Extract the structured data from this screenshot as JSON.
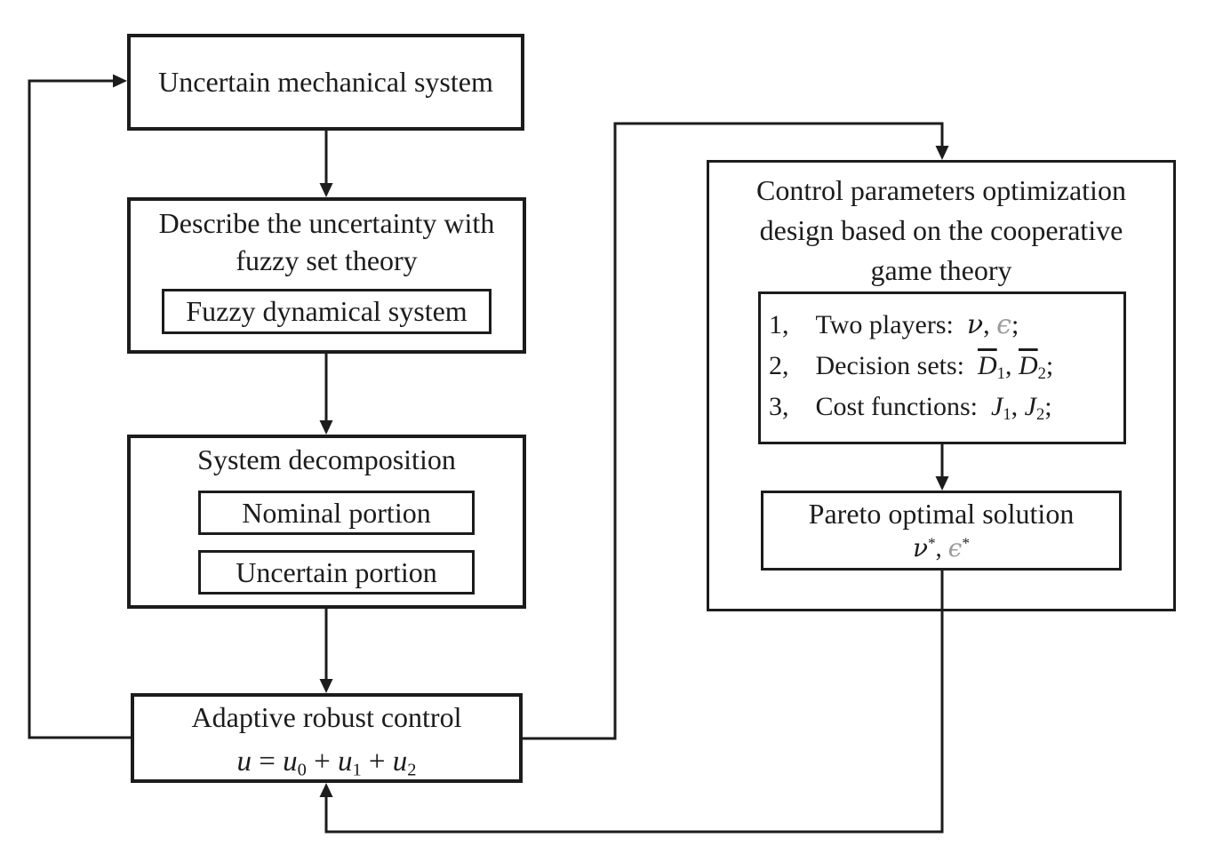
{
  "diagram": {
    "colors": {
      "line": "#1c1c1c",
      "muted_symbol": "#9b9b9b",
      "background": "#ffffff"
    },
    "boxes": {
      "uncertain_system": {
        "label": "Uncertain mechanical system"
      },
      "describe": {
        "lines": [
          "Describe the uncertainty with",
          "fuzzy set theory"
        ],
        "inner_label": "Fuzzy dynamical system"
      },
      "decomposition": {
        "title": "System decomposition",
        "inner_boxes": [
          "Nominal portion",
          "Uncertain portion"
        ]
      },
      "adaptive": {
        "title": "Adaptive robust control",
        "formula": [
          {
            "text": "u",
            "italic": true
          },
          {
            "text": " = "
          },
          {
            "text": "u",
            "italic": true
          },
          {
            "text": "0",
            "sub": true
          },
          {
            "text": " + "
          },
          {
            "text": "u",
            "italic": true
          },
          {
            "text": "1",
            "sub": true
          },
          {
            "text": " + "
          },
          {
            "text": "u",
            "italic": true
          },
          {
            "text": "2",
            "sub": true
          }
        ]
      },
      "optimization": {
        "title_lines": [
          "Control parameters optimization",
          "design based on the cooperative",
          "game theory"
        ],
        "items": [
          [
            {
              "text": "1、"
            },
            {
              "text": "Two players："
            },
            {
              "text": "ν",
              "italic": true
            },
            {
              "text": ", "
            },
            {
              "text": "ϵ",
              "italic": true,
              "gray": true
            },
            {
              "text": ";"
            }
          ],
          [
            {
              "text": "2、"
            },
            {
              "text": "Decision sets："
            },
            {
              "text": "D",
              "italic": true,
              "over": true
            },
            {
              "text": "1",
              "sub": true
            },
            {
              "text": ", "
            },
            {
              "text": "D",
              "italic": true,
              "over": true
            },
            {
              "text": "2",
              "sub": true
            },
            {
              "text": ";"
            }
          ],
          [
            {
              "text": "3、"
            },
            {
              "text": "Cost functions："
            },
            {
              "text": "J",
              "italic": true
            },
            {
              "text": "1",
              "sub": true
            },
            {
              "text": ", "
            },
            {
              "text": "J",
              "italic": true
            },
            {
              "text": "2",
              "sub": true
            },
            {
              "text": ";"
            }
          ]
        ]
      },
      "pareto": {
        "title": "Pareto optimal solution",
        "symbols": [
          {
            "text": "ν",
            "italic": true
          },
          {
            "text": "*",
            "sup": true
          },
          {
            "text": ", "
          },
          {
            "text": "ϵ",
            "italic": true,
            "gray": true
          },
          {
            "text": "*",
            "sup": true
          }
        ]
      }
    }
  }
}
